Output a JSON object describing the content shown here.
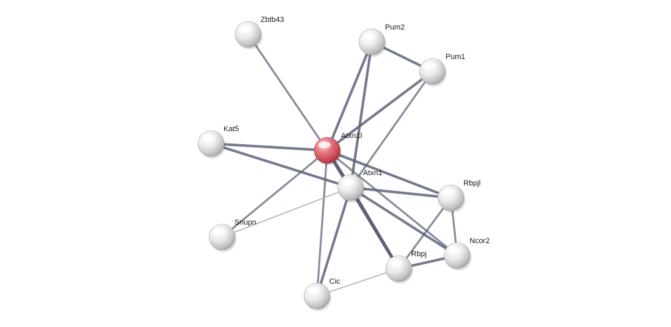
{
  "diagram": {
    "nodes": [
      {
        "id": "atxn1l",
        "label": "Atxn1l",
        "highlight": true
      },
      {
        "id": "zbtb43",
        "label": "Zbtb43"
      },
      {
        "id": "pum2",
        "label": "Pum2"
      },
      {
        "id": "pum1",
        "label": "Pum1"
      },
      {
        "id": "kat5",
        "label": "Kat5"
      },
      {
        "id": "atxn1",
        "label": "Atxn1"
      },
      {
        "id": "rbpjl",
        "label": "Rbpjl"
      },
      {
        "id": "snupn",
        "label": "Snupn"
      },
      {
        "id": "ncor2",
        "label": "Ncor2"
      },
      {
        "id": "rbpj",
        "label": "Rbpj"
      },
      {
        "id": "cic",
        "label": "Cic"
      }
    ],
    "edges": [
      {
        "from": "atxn1l",
        "to": "zbtb43",
        "weight": 2
      },
      {
        "from": "atxn1l",
        "to": "pum2",
        "weight": 3
      },
      {
        "from": "atxn1l",
        "to": "pum1",
        "weight": 3
      },
      {
        "from": "atxn1l",
        "to": "kat5",
        "weight": 3
      },
      {
        "from": "atxn1l",
        "to": "atxn1",
        "weight": 4
      },
      {
        "from": "atxn1l",
        "to": "rbpjl",
        "weight": 3
      },
      {
        "from": "atxn1l",
        "to": "snupn",
        "weight": 2
      },
      {
        "from": "atxn1l",
        "to": "ncor2",
        "weight": 2
      },
      {
        "from": "atxn1l",
        "to": "rbpj",
        "weight": 4
      },
      {
        "from": "atxn1l",
        "to": "cic",
        "weight": 2
      },
      {
        "from": "pum2",
        "to": "pum1",
        "weight": 3
      },
      {
        "from": "pum2",
        "to": "atxn1",
        "weight": 3
      },
      {
        "from": "pum1",
        "to": "atxn1",
        "weight": 2
      },
      {
        "from": "kat5",
        "to": "atxn1",
        "weight": 3
      },
      {
        "from": "atxn1",
        "to": "rbpjl",
        "weight": 3
      },
      {
        "from": "atxn1",
        "to": "ncor2",
        "weight": 3
      },
      {
        "from": "atxn1",
        "to": "rbpj",
        "weight": 4
      },
      {
        "from": "atxn1",
        "to": "cic",
        "weight": 3
      },
      {
        "from": "atxn1",
        "to": "snupn",
        "weight": 1
      },
      {
        "from": "rbpjl",
        "to": "ncor2",
        "weight": 2
      },
      {
        "from": "rbpjl",
        "to": "rbpj",
        "weight": 2
      },
      {
        "from": "ncor2",
        "to": "rbpj",
        "weight": 3
      },
      {
        "from": "cic",
        "to": "rbpj",
        "weight": 1
      }
    ],
    "colors": {
      "highlight_node": "#e06a72",
      "node": "#e6e6e6",
      "edge": "#5c6179",
      "edge_light": "#b3b3b3"
    }
  }
}
